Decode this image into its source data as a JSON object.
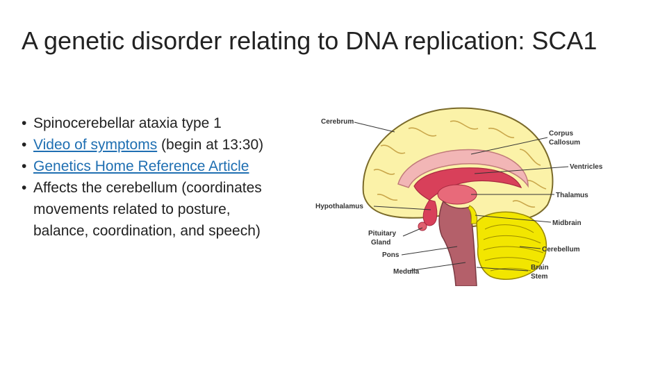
{
  "title": "A genetic disorder relating to DNA replication: SCA1",
  "bullets": [
    {
      "text": "Spinocerebellar ataxia type 1"
    },
    {
      "link": "Video of symptoms",
      "after": " (begin at 13:30)"
    },
    {
      "link": "Genetics Home Reference Article"
    },
    {
      "text": "Affects the cerebellum (coordinates movements related to posture, balance, coordination, and speech)"
    }
  ],
  "diagram": {
    "labels": {
      "cerebrum": "Cerebrum",
      "corpus_callosum_1": "Corpus",
      "corpus_callosum_2": "Callosum",
      "ventricles": "Ventricles",
      "thalamus": "Thalamus",
      "hypothalamus": "Hypothalamus",
      "midbrain": "Midbrain",
      "pituitary_1": "Pituitary",
      "pituitary_2": "Gland",
      "pons": "Pons",
      "cerebellum": "Cerebellum",
      "medulla": "Medulla",
      "brain_stem_1": "Brain",
      "brain_stem_2": "Stem"
    },
    "colors": {
      "cerebrum": "#fbf2a8",
      "cerebrum_outline": "#7a6a2a",
      "corpus_callosum": "#f2b6b6",
      "ventricles": "#d8405a",
      "brain_stem": "#b4606a",
      "cerebellum": "#f2e600",
      "label_lines": "#333333"
    }
  }
}
